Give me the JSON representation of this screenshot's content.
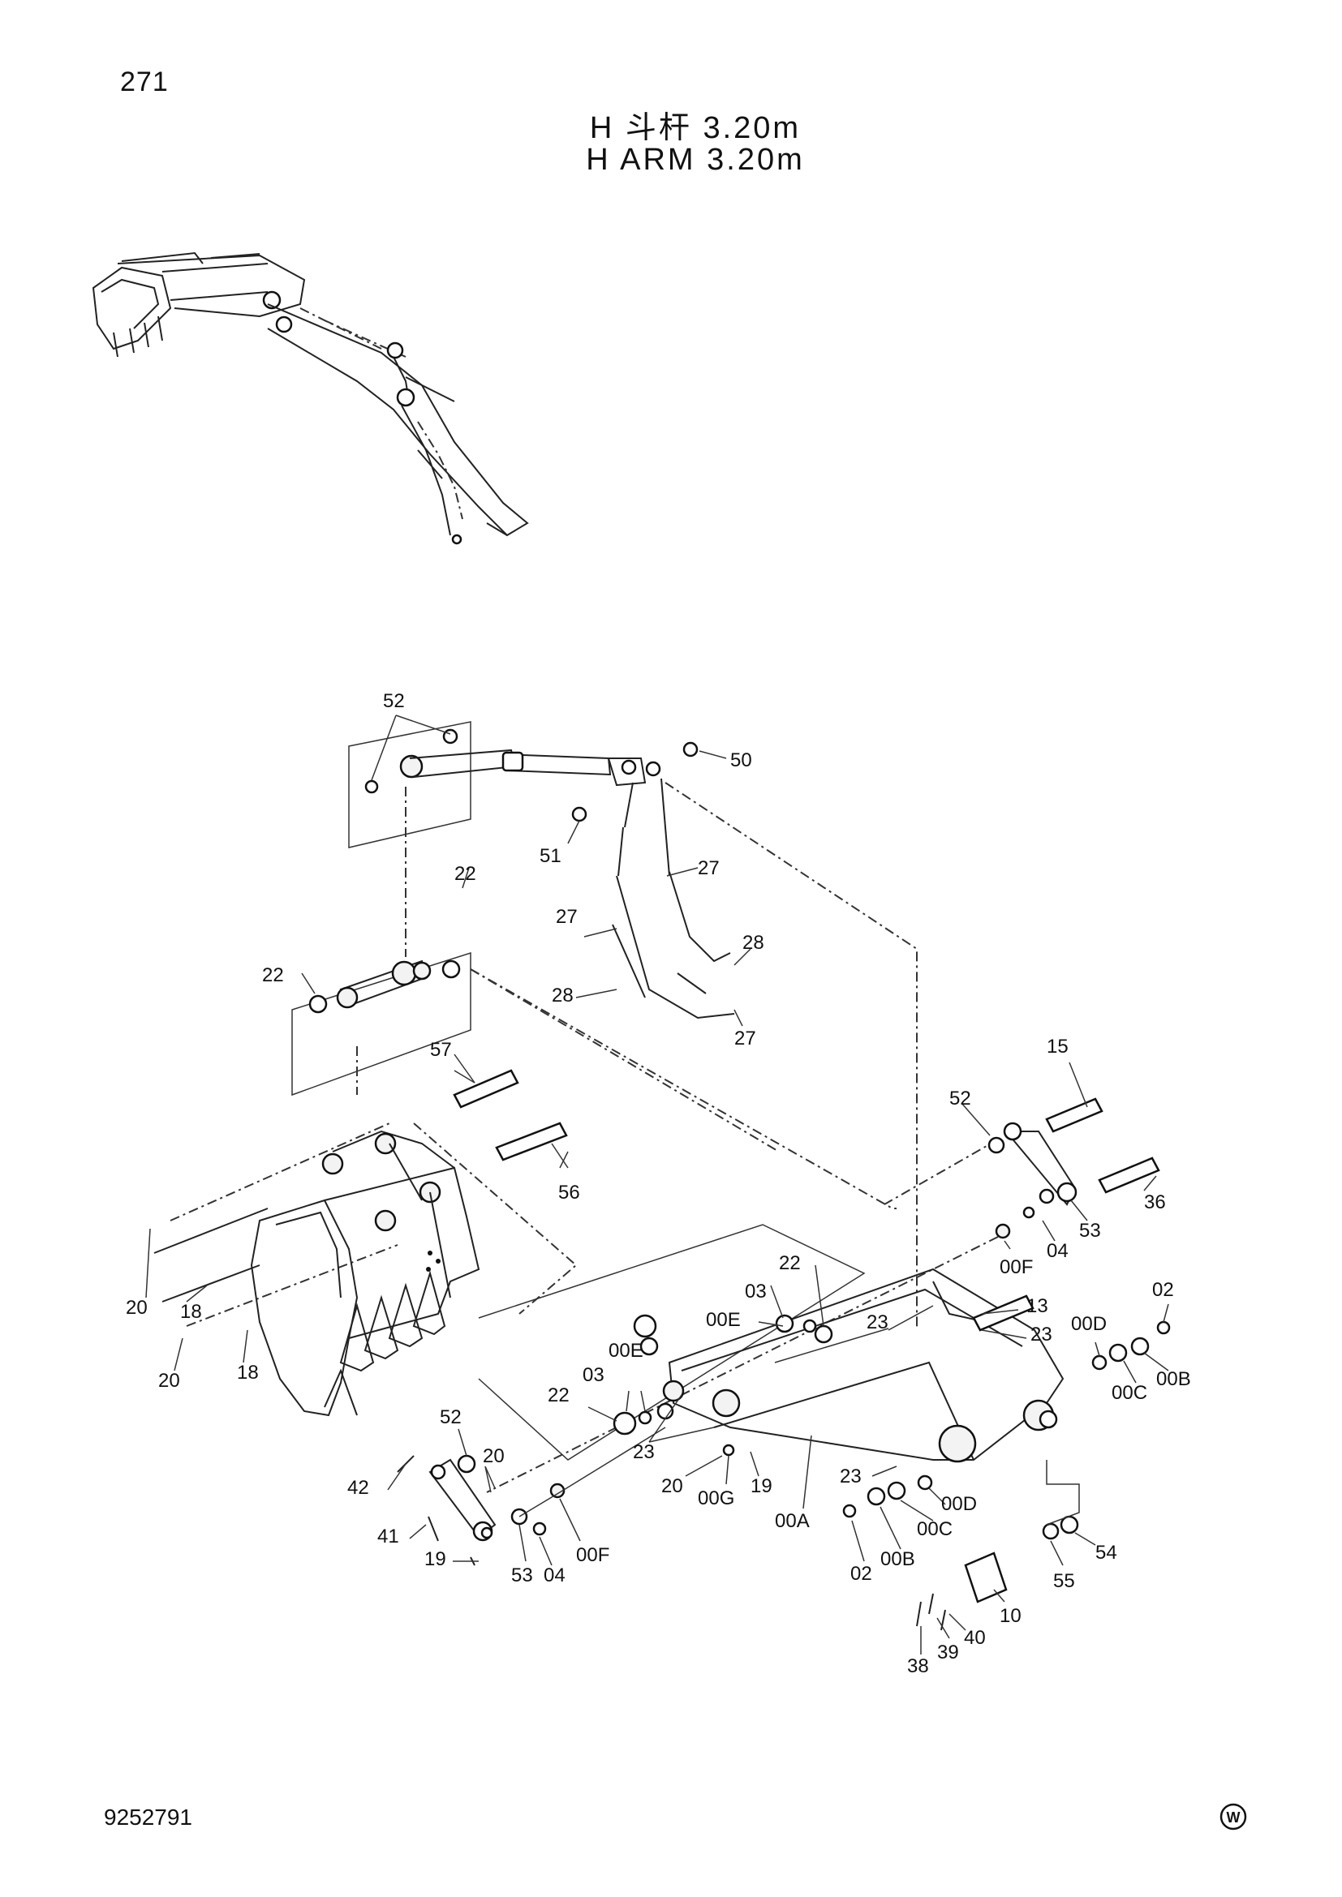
{
  "page_number": "271",
  "title_cn": "H 斗杆 3.20m",
  "title_en": "H ARM 3.20m",
  "doc_code": "9252791",
  "brand_mark": "W",
  "callouts": {
    "c52a": "52",
    "c50": "50",
    "c51": "51",
    "c27a": "27",
    "c27b": "27",
    "c27c": "27",
    "c28a": "28",
    "c28b": "28",
    "c22a": "22",
    "c22b": "22",
    "c57": "57",
    "c56": "56",
    "c15": "15",
    "c52b": "52",
    "c36": "36",
    "c53a": "53",
    "c04a": "04",
    "c00Fa": "00F",
    "c22c": "22",
    "c03a": "03",
    "c00Ea": "00E",
    "c23a": "23",
    "c13": "13",
    "c23b": "23",
    "c00Da": "00D",
    "c02a": "02",
    "c00Ba": "00B",
    "c00Ca": "00C",
    "c22d": "22",
    "c03b": "03",
    "c00Eb": "00E",
    "c23c": "23",
    "c20a": "20",
    "c18a": "18",
    "c20b": "20",
    "c18b": "18",
    "c52c": "52",
    "c20c": "20",
    "c42": "42",
    "c41": "41",
    "c19a": "19",
    "c53b": "53",
    "c04b": "04",
    "c00Fb": "00F",
    "c20d": "20",
    "c00G": "00G",
    "c19b": "19",
    "c00A": "00A",
    "c23d": "23",
    "c00Db": "00D",
    "c00Cb": "00C",
    "c00Bb": "00B",
    "c02b": "02",
    "c54": "54",
    "c55": "55",
    "c10": "10",
    "c38": "38",
    "c39": "39",
    "c40": "40"
  }
}
